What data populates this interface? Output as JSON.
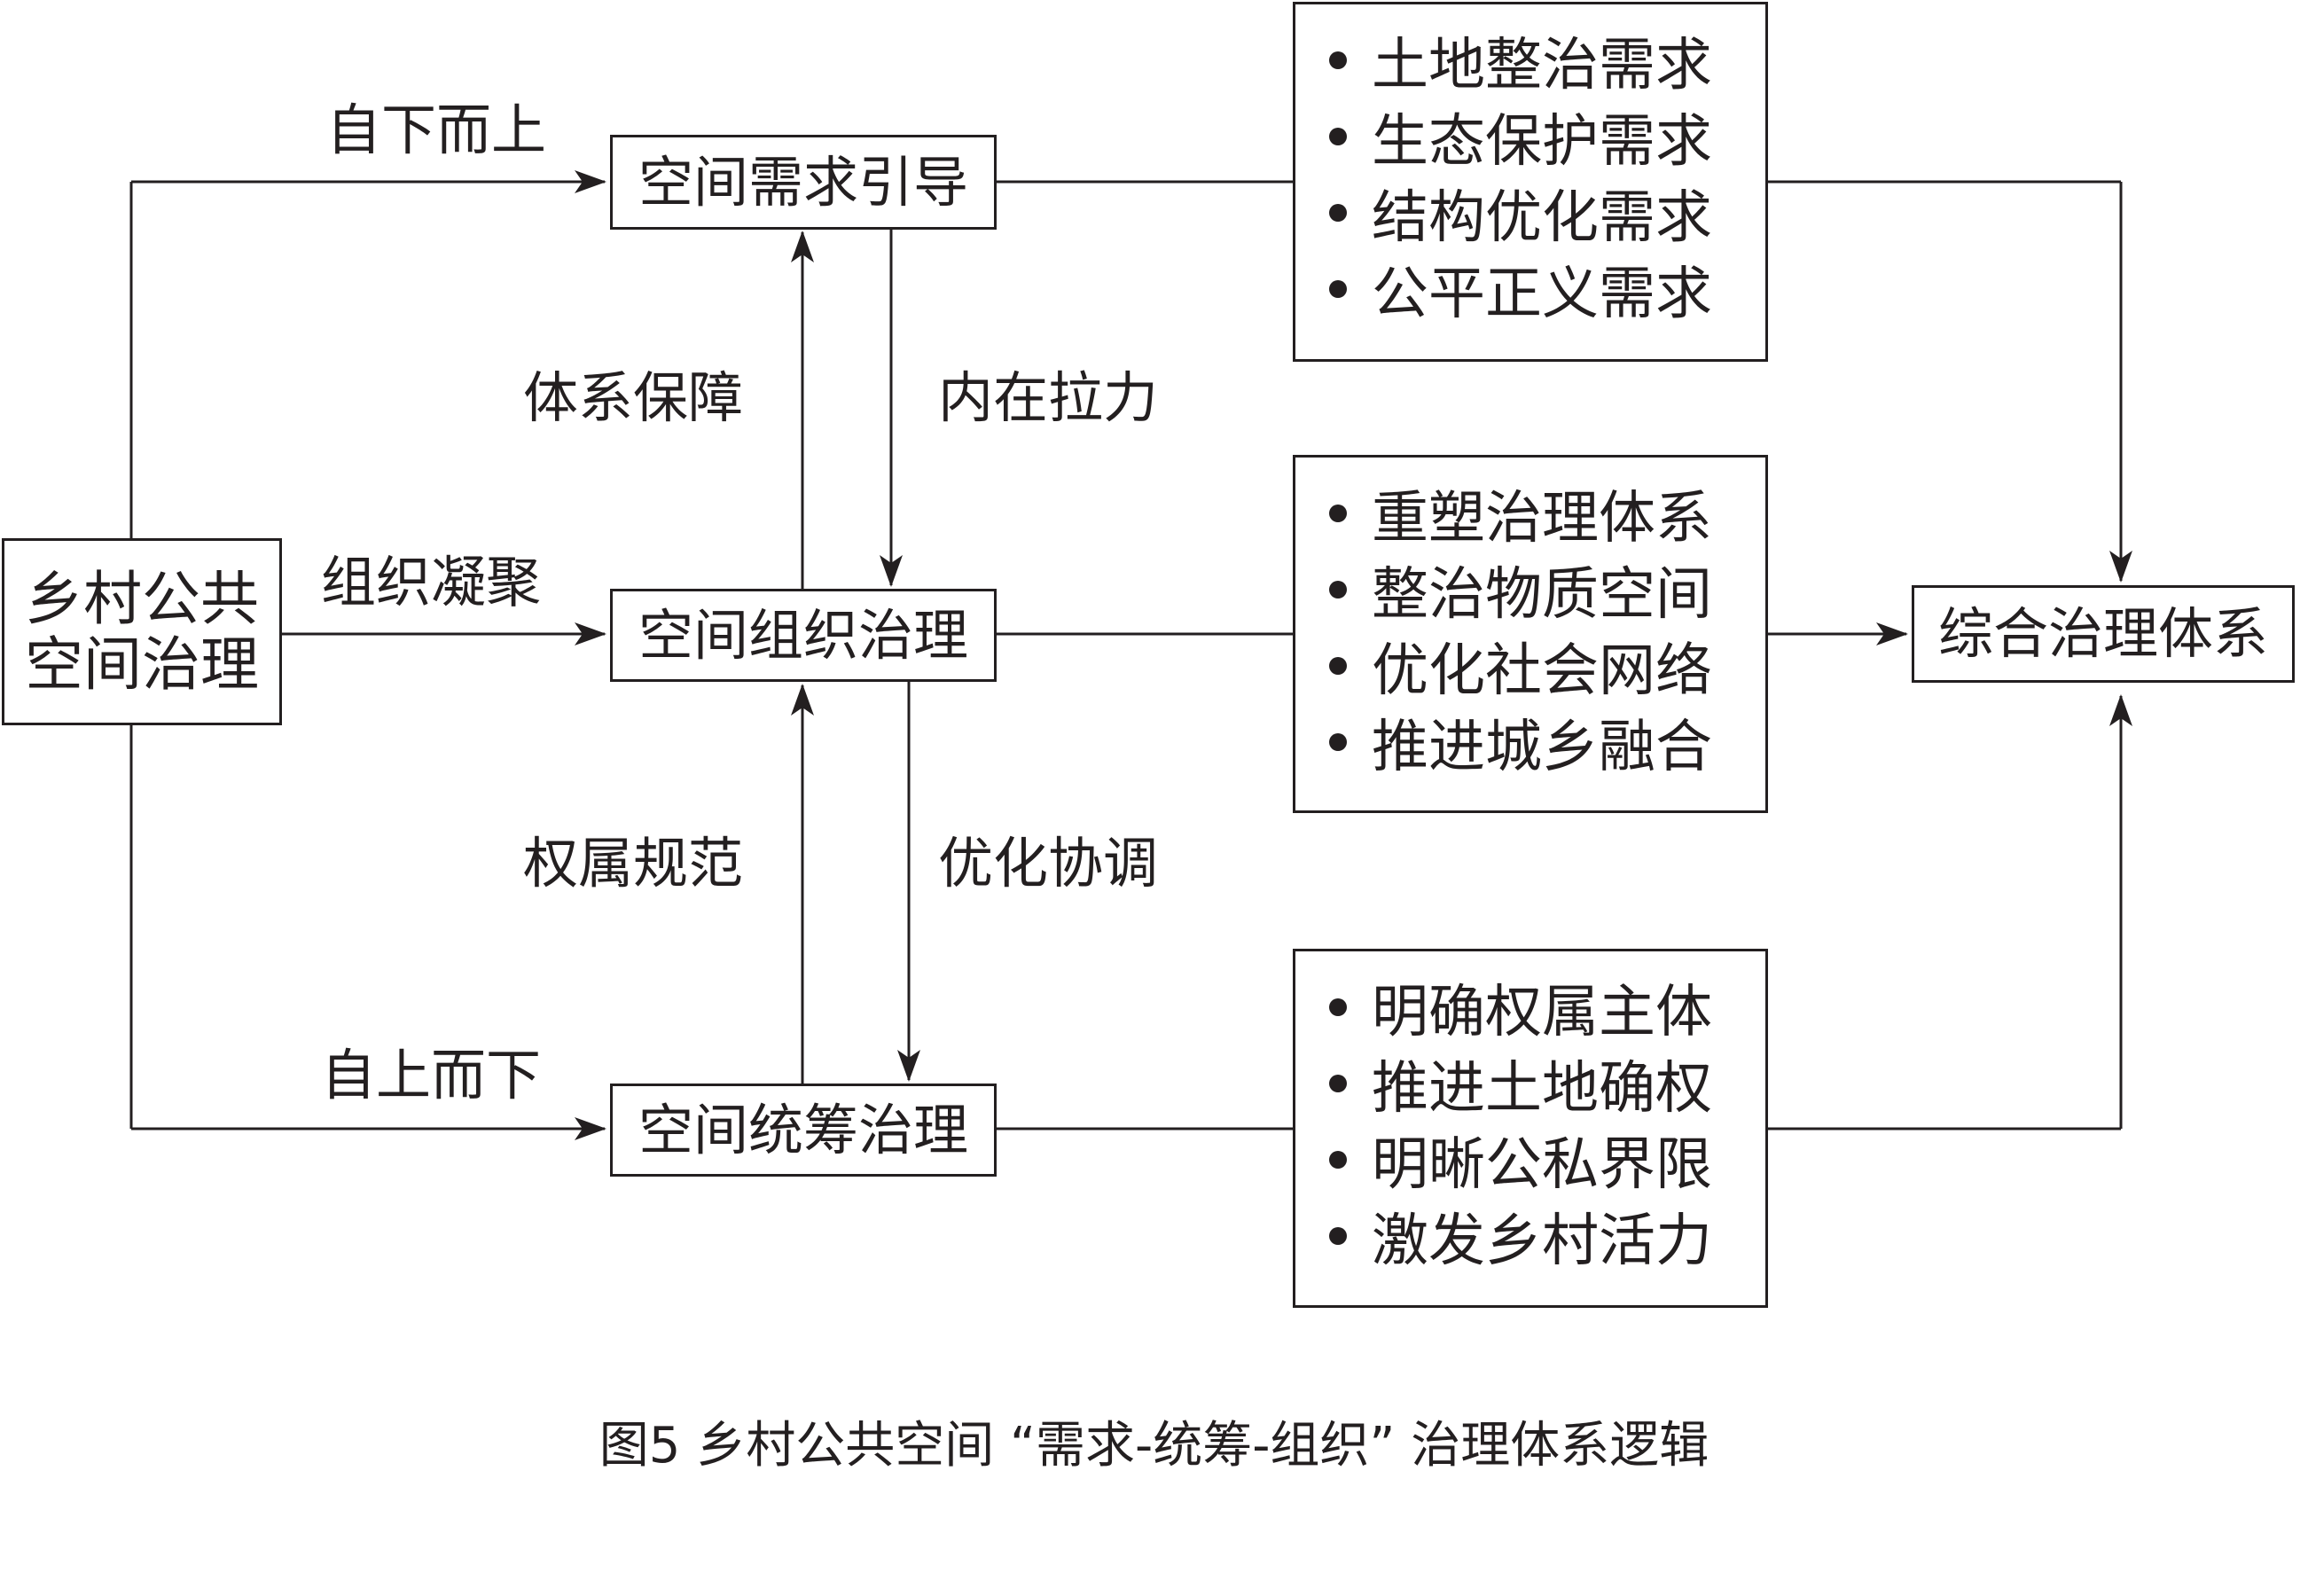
{
  "nodes": {
    "root": [
      "乡村公共",
      "空间治理"
    ],
    "demand": "空间需求引导",
    "organize": "空间组织治理",
    "coordinate": "空间统筹治理",
    "result": "综合治理体系"
  },
  "edge_labels": {
    "bottom_up": "自下而上",
    "cohesion": "组织凝聚",
    "top_down": "自上而下",
    "system_guarantee": "体系保障",
    "inner_pull": "内在拉力",
    "property_norms": "权属规范",
    "optimize_coordinate": "优化协调"
  },
  "lists": {
    "demand": [
      "土地整治需求",
      "生态保护需求",
      "结构优化需求",
      "公平正义需求"
    ],
    "organize": [
      "重塑治理体系",
      "整治物质空间",
      "优化社会网络",
      "推进城乡融合"
    ],
    "coordinate": [
      "明确权属主体",
      "推进土地确权",
      "明晰公私界限",
      "激发乡村活力"
    ]
  },
  "caption": "图5 乡村公共空间 “需求-统筹-组织” 治理体系逻辑",
  "colors": {
    "line": "#231f20",
    "text": "#231f20",
    "background": "#ffffff"
  }
}
